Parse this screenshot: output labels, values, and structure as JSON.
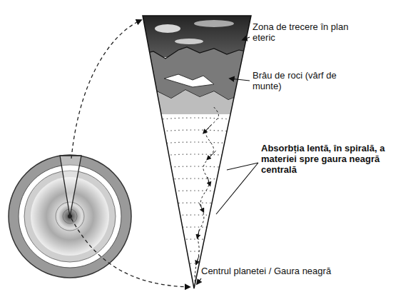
{
  "diagram": {
    "labels": [
      "Zona de trecere în plan eteric",
      "Brâu de roci (vârf de munte)",
      "Absorbția lentă, în spirală, a materiei spre gaura neagră centrală",
      "Centrul planetei / Gaura neagră"
    ]
  }
}
